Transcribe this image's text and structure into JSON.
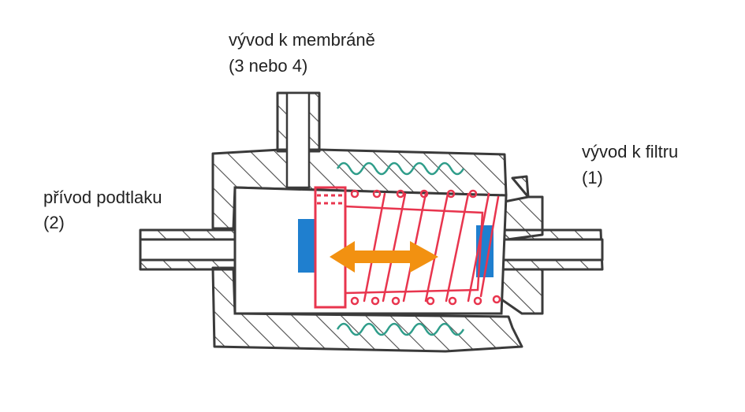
{
  "labels": {
    "membrane_outlet": {
      "line1": "vývod k membráně",
      "line2": "(3 nebo 4)"
    },
    "filter_outlet": {
      "line1": "vývod k filtru",
      "line2": "(1)"
    },
    "vacuum_inlet": {
      "line1": "přívod podtlaku",
      "line2": "(2)"
    }
  },
  "colors": {
    "outline": "#3a3a3a",
    "hatch": "#4a4a4a",
    "coil": "#2f9d8a",
    "plunger_spring": "#e8354e",
    "seat": "#1f7fcf",
    "arrow": "#f29111"
  },
  "icons": {
    "motion": "double-arrow-icon"
  }
}
